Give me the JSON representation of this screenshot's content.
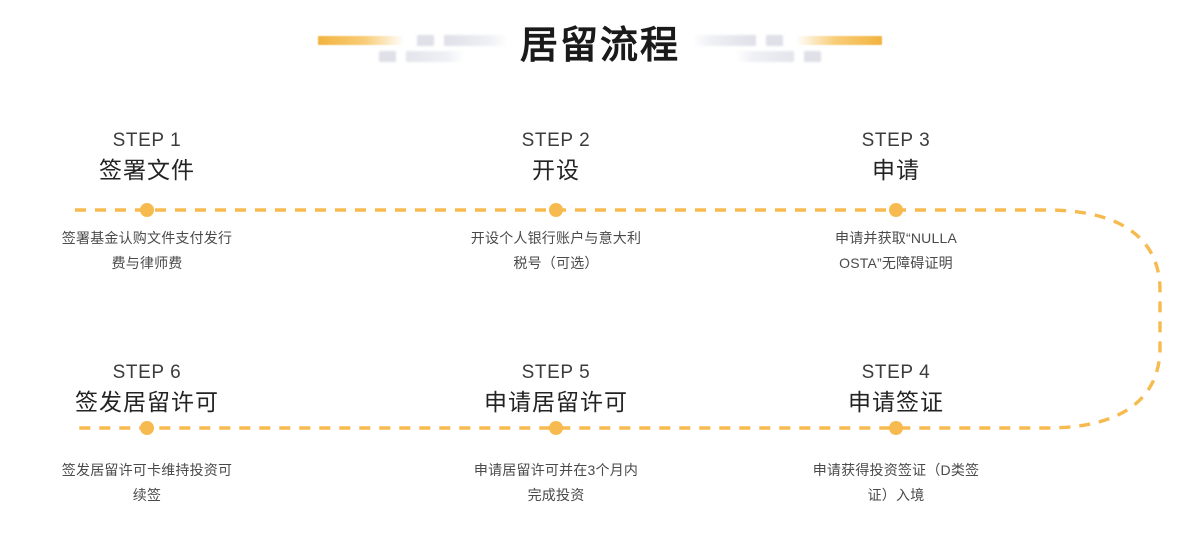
{
  "header": {
    "title": "居留流程",
    "decoration_left": "gold-gradient-bars",
    "decoration_right": "gold-gradient-bars"
  },
  "theme": {
    "accent_gold": "#f7ba4e",
    "accent_gold_dark": "#f2b33f",
    "title_color": "#1a1a1a",
    "step_label_color": "#3c3c3c",
    "step_title_color": "#232323",
    "desc_color": "#4a4a4a",
    "background": "#ffffff",
    "deco_gray": "#dfe0e8"
  },
  "flow": {
    "direction": "left-to-right then u-turn right-to-left",
    "steps": [
      {
        "label": "STEP 1",
        "title": "签署文件",
        "desc_line1": "签署基金认购文件支付发行",
        "desc_line2": "费与律师费",
        "row": "top"
      },
      {
        "label": "STEP 2",
        "title": "开设",
        "desc_line1": "开设个人银行账户与意大利",
        "desc_line2": "税号（可选）",
        "row": "top"
      },
      {
        "label": "STEP 3",
        "title": "申请",
        "desc_line1": "申请并获取“NULLA",
        "desc_line2": "OSTA”无障碍证明",
        "row": "top"
      },
      {
        "label": "STEP 4",
        "title": "申请签证",
        "desc_line1": "申请获得投资签证（D类签",
        "desc_line2": "证）入境",
        "row": "bottom"
      },
      {
        "label": "STEP 5",
        "title": "申请居留许可",
        "desc_line1": "申请居留许可并在3个月内",
        "desc_line2": "完成投资",
        "row": "bottom"
      },
      {
        "label": "STEP 6",
        "title": "签发居留许可",
        "desc_line1": "签发居留许可卡维持投资可",
        "desc_line2": "续签",
        "row": "bottom"
      }
    ]
  }
}
